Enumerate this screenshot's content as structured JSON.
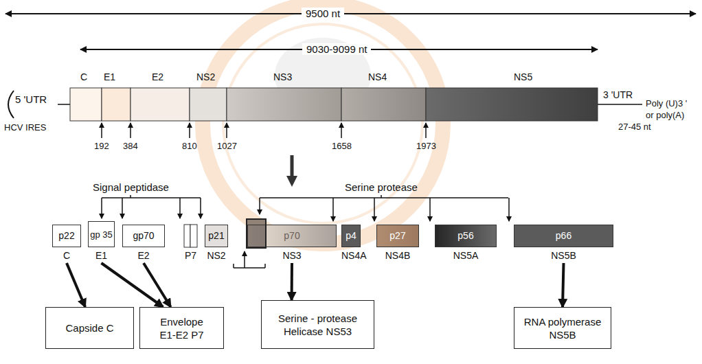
{
  "diagram": {
    "nodes": [
      {
        "text": [
          "p22",
          "C"
        ]
      },
      {
        "text": [
          "gp 35",
          "E1"
        ]
      },
      {
        "text": [
          "gp70",
          "E2"
        ]
      },
      {
        "text": [
          "p21",
          "NS2"
        ]
      },
      {
        "text": [
          "p70",
          "NS3"
        ]
      },
      {
        "text": [
          "p4",
          "NS4A"
        ]
      },
      {
        "text": [
          "p27",
          "NS4B"
        ]
      },
      {
        "text": [
          "p56",
          "NS5A"
        ]
      },
      {
        "text": [
          "p66",
          "NS5B"
        ]
      },
      {
        "text": [
          "Capside C"
        ]
      },
      {
        "text": [
          "Envelope E1-E2 P7"
        ]
      },
      {
        "text": [
          "Serine - protease Helicase NS53"
        ]
      },
      {
        "text": [
          "RNA polymerase NS5B"
        ]
      }
    ],
    "edges": [
      {
        "from": 0,
        "to": 9,
        "arrow": "to"
      },
      {
        "from": 1,
        "to": 10,
        "arrow": "to"
      },
      {
        "from": 2,
        "to": 10,
        "arrow": "to"
      },
      {
        "from": 4,
        "to": 11,
        "arrow": "to"
      },
      {
        "from": 8,
        "to": 12,
        "arrow": "to"
      }
    ],
    "labels": [
      "9500 nt",
      "9030-9099 nt",
      "C",
      "E1",
      "E2",
      "NS2",
      "NS3",
      "NS4",
      "NS5",
      "5 'UTR",
      "HCV IRES",
      "3 'UTR",
      "Poly (U)3 ' or poly(A)",
      "27-45 nt",
      "192",
      "384",
      "810",
      "1027",
      "1658",
      "1973",
      "Signal peptidase",
      "Serine protease",
      "P7"
    ]
  }
}
